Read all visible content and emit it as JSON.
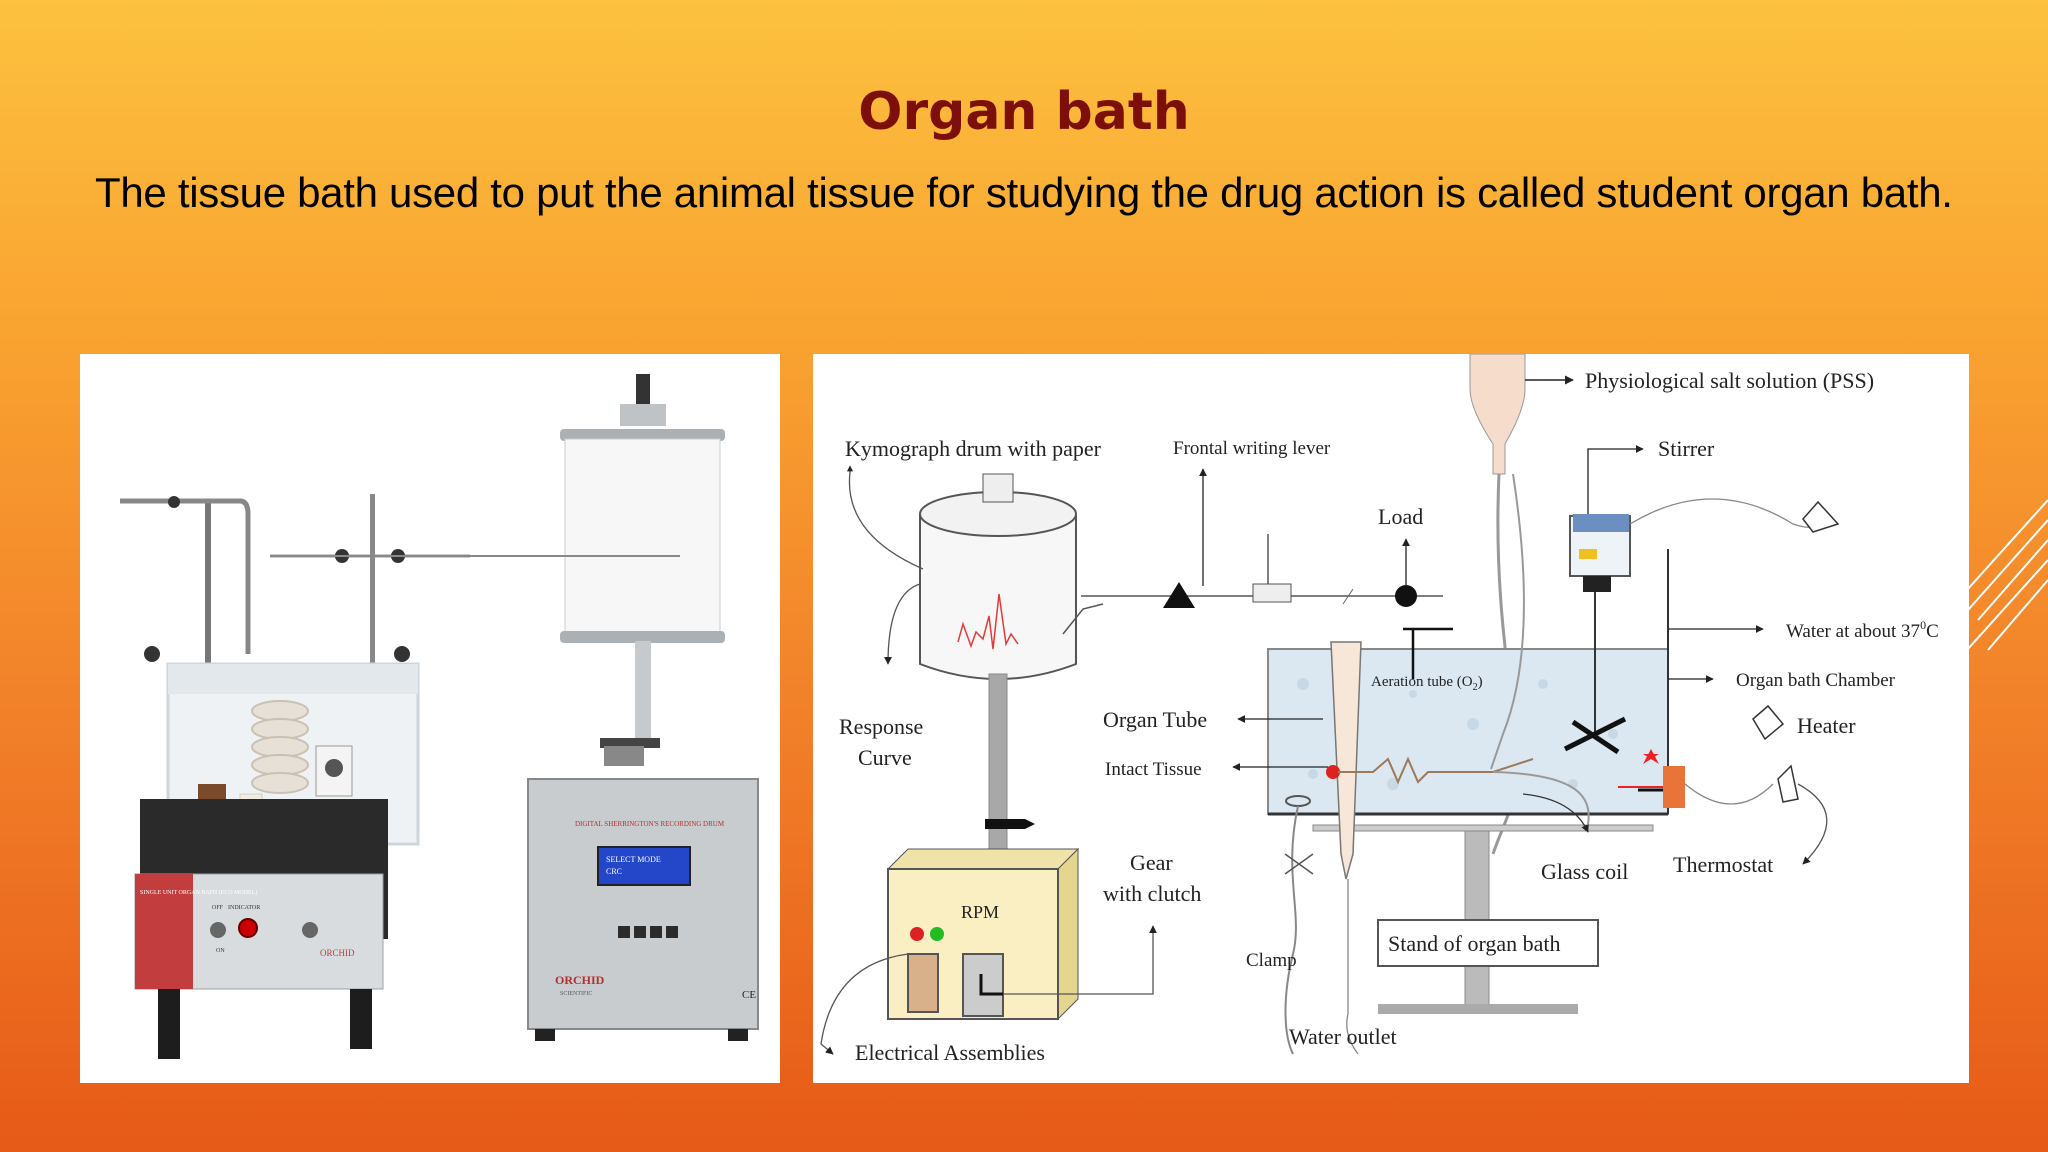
{
  "slide": {
    "title": "Organ bath",
    "body": "The tissue bath used to put the animal tissue for studying the drug action is called student organ bath."
  },
  "photo": {
    "left_unit_label": "SINGLE UNIT ORGAN BATH (ECO MODEL)",
    "off_label": "OFF",
    "on_label": "ON",
    "indicator_label": "INDICATOR",
    "left_brand": "ORCHID",
    "drum_title": "DIGITAL SHERRINGTON'S RECORDING DRUM",
    "display_line1": "SELECT MODE",
    "display_line2": "CRC",
    "right_brand": "ORCHID",
    "right_brand_sub": "SCIENTIFIC",
    "ce_mark": "CE"
  },
  "diagram": {
    "labels": {
      "pss": "Physiological salt solution (PSS)",
      "kymograph": "Kymograph drum with paper",
      "frontal_lever": "Frontal writing lever",
      "stirrer": "Stirrer",
      "load": "Load",
      "water_37": "Water at about 37",
      "water_37_sup": "0",
      "water_37_unit": "C",
      "aeration": "Aeration tube (O",
      "aeration_sub": "2",
      "aeration_end": ")",
      "organ_bath_chamber": "Organ bath Chamber",
      "response": "Response",
      "curve": "Curve",
      "organ_tube": "Organ Tube",
      "heater": "Heater",
      "intact_tissue": "Intact Tissue",
      "gear": "Gear",
      "with_clutch": "with clutch",
      "rpm": "RPM",
      "glass_coil": "Glass coil",
      "thermostat": "Thermostat",
      "stand": "Stand of organ bath",
      "clamp": "Clamp",
      "water_outlet": "Water outlet",
      "electrical": "Electrical Assemblies"
    }
  },
  "colors": {
    "title": "#7d0f0a",
    "bg_top": "#fcc13f",
    "bg_bottom": "#e65a17",
    "bath_water": "#dbe8f2",
    "gear_box": "#f9efc2"
  }
}
